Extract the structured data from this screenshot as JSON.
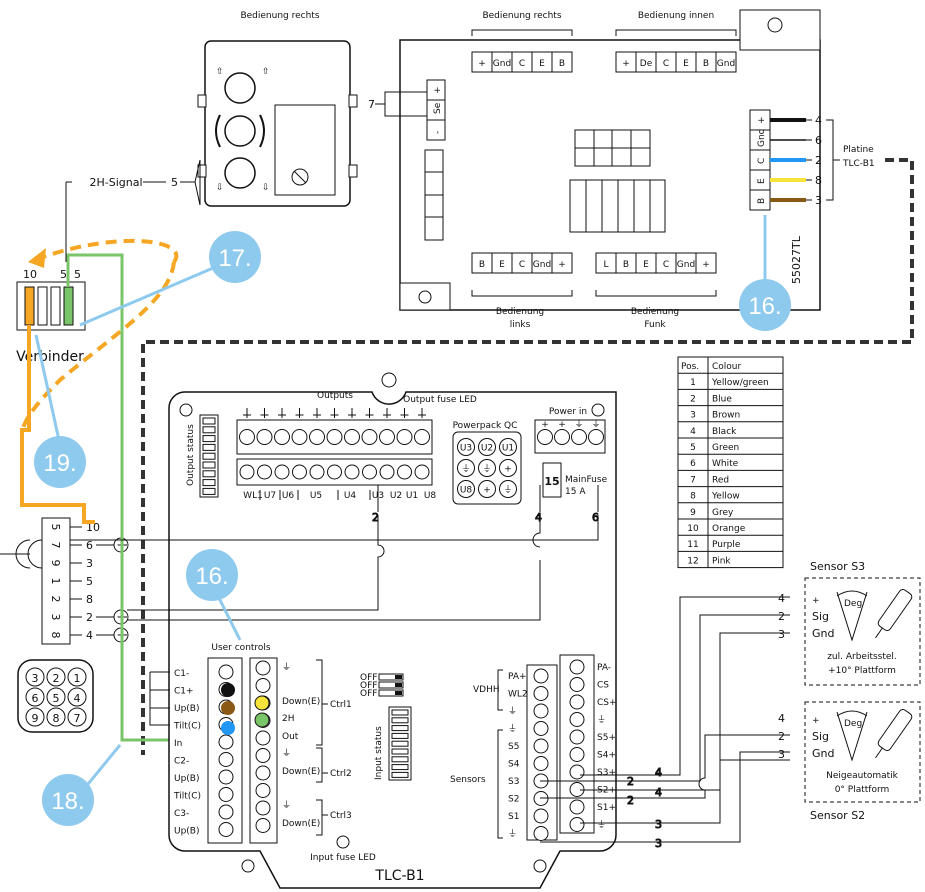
{
  "top_module": {
    "label": "Bedienung rechts",
    "signal_label": "2H-Signal",
    "signal_number": "5",
    "wire_number": "7",
    "se_terminal": [
      "+",
      "Se",
      "-"
    ]
  },
  "connector": {
    "label": "Verbinder",
    "top_numbers": [
      "10",
      "5",
      "5"
    ],
    "pin_rows": [
      {
        "left": "5",
        "right": "10"
      },
      {
        "left": "7",
        "right": "6"
      },
      {
        "left": "9",
        "right": "3"
      },
      {
        "left": "1",
        "right": "5"
      },
      {
        "left": "2",
        "right": "8"
      },
      {
        "left": "3",
        "right": "2"
      },
      {
        "left": "8",
        "right": "4"
      }
    ],
    "round_plug": [
      "3",
      "2",
      "1",
      "6",
      "5",
      "4",
      "9",
      "8",
      "7"
    ]
  },
  "board_55027": {
    "id": "55027TL",
    "top_groups": [
      {
        "label": "Bedienung rechts",
        "pins": [
          "+",
          "Gnd",
          "C",
          "E",
          "B"
        ]
      },
      {
        "label": "Bedienung innen",
        "pins": [
          "+",
          "De",
          "C",
          "E",
          "B",
          "Gnd"
        ]
      }
    ],
    "bottom_groups": [
      {
        "label_lines": [
          "Bedienung",
          "links"
        ],
        "pins": [
          "B",
          "E",
          "C",
          "Gnd",
          "+"
        ]
      },
      {
        "label_lines": [
          "Bedienung",
          "Funk"
        ],
        "pins": [
          "L",
          "B",
          "E",
          "C",
          "Gnd",
          "+"
        ]
      }
    ],
    "right_terminal": [
      "+",
      "Gnd",
      "C",
      "E",
      "B"
    ],
    "right_wire_numbers": [
      "4",
      "6",
      "2",
      "8",
      "3"
    ],
    "platine_label": [
      "Platine",
      "TLC-B1"
    ]
  },
  "tlc": {
    "title": "TLC-B1",
    "outputs_label": "Outputs",
    "output_fuse_label": "Output fuse LED",
    "output_status_label": "Output status",
    "powerpack_label": "Powerpack QC",
    "powerpack_cells": [
      "U3",
      "U2",
      "U1",
      "⏚",
      "⏚",
      "+",
      "U8",
      "+",
      "⏚"
    ],
    "power_in_label": "Power in",
    "power_in_pins": [
      "+",
      "+",
      "⏚",
      "⏚"
    ],
    "mainfuse": {
      "value": "15",
      "label": "MainFuse",
      "rating": "15 A"
    },
    "out_labels": [
      "WL1",
      "U7",
      "U6",
      "U5",
      "U4",
      "U3",
      "U2",
      "U1",
      "U8"
    ],
    "out_wire_numbers": [
      "2",
      "4",
      "6"
    ],
    "user_controls_label": "User controls",
    "input_fuse_label": "Input fuse LED",
    "input_status_label": "Input status",
    "dip_labels": [
      "OFF",
      "OFF",
      "OFF"
    ],
    "left_inputs": [
      "C1-",
      "C1+",
      "Up(B)",
      "Tilt(C)",
      "In",
      "C2-",
      "Up(B)",
      "Tilt(C)",
      "C3-",
      "Up(B)"
    ],
    "ctrl_labels": [
      "⏚",
      "Down(E)",
      "2H",
      "Out",
      "⏚",
      "Down(E)",
      "⏚",
      "Down(E)"
    ],
    "ctrl_groups": [
      "Ctrl1",
      "Ctrl2",
      "Ctrl3"
    ],
    "vdhh_label": "VDHH",
    "sensors_label": "Sensors",
    "sensor_left": [
      "PA+",
      "WL2",
      "⏚",
      "⏚",
      "S5",
      "S4",
      "S3",
      "S2",
      "S1",
      "⏚"
    ],
    "sensor_right": [
      "PA-",
      "CS",
      "CS+",
      "⏚",
      "S5+",
      "S4+",
      "S3+",
      "S2+",
      "S1+",
      "⏚"
    ],
    "sensor_wire_numbers": [
      "4",
      "2",
      "4",
      "2",
      "3",
      "3"
    ]
  },
  "colour_table": {
    "headers": [
      "Pos.",
      "Colour"
    ],
    "rows": [
      [
        "1",
        "Yellow/green"
      ],
      [
        "2",
        "Blue"
      ],
      [
        "3",
        "Brown"
      ],
      [
        "4",
        "Black"
      ],
      [
        "5",
        "Green"
      ],
      [
        "6",
        "White"
      ],
      [
        "7",
        "Red"
      ],
      [
        "8",
        "Yellow"
      ],
      [
        "9",
        "Grey"
      ],
      [
        "10",
        "Orange"
      ],
      [
        "11",
        "Purple"
      ],
      [
        "12",
        "Pink"
      ]
    ]
  },
  "sensor_s3": {
    "title": "Sensor S3",
    "pins": [
      "+",
      "Sig",
      "Gnd"
    ],
    "wire_numbers": [
      "4",
      "2",
      "3"
    ],
    "deg": "Deg",
    "caption": [
      "zul. Arbeitsstel.",
      "+10° Plattform"
    ]
  },
  "sensor_s2": {
    "title": "Sensor S2",
    "pins": [
      "+",
      "Sig",
      "Gnd"
    ],
    "wire_numbers": [
      "4",
      "2",
      "3"
    ],
    "deg": "Deg",
    "caption": [
      "Neigeautomatik",
      "0° Plattform"
    ]
  },
  "callouts": [
    "17.",
    "16.",
    "19.",
    "16.",
    "18."
  ],
  "colors": {
    "callout": "#8ec9ee",
    "orange": "#f5a623",
    "green": "#7ac46a",
    "blue": "#2196f3",
    "yellow": "#f7e43a",
    "brown": "#8a5a14",
    "black": "#111111"
  }
}
